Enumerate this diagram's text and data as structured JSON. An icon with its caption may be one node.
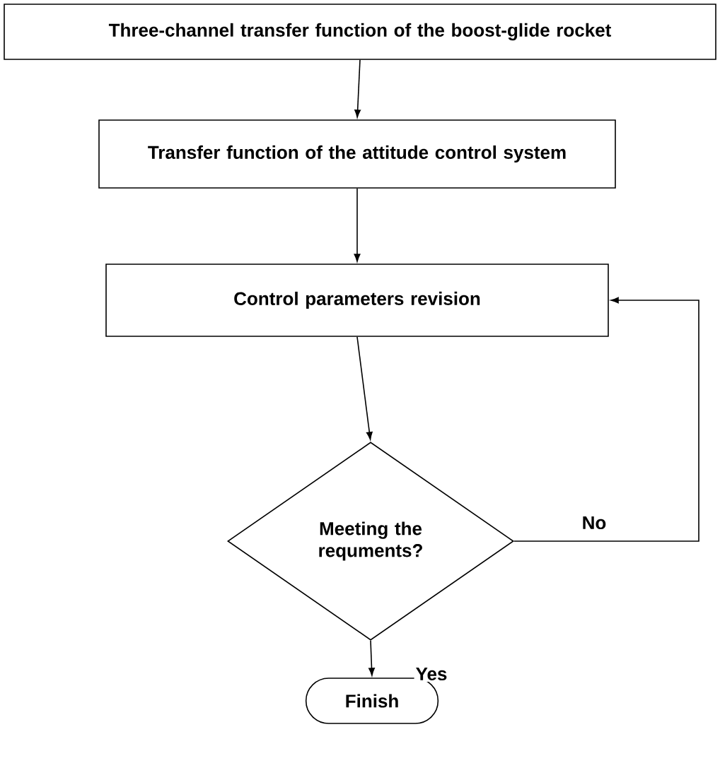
{
  "diagram": {
    "nodes": [
      {
        "text": [
          "Three-channel transfer function of the boost-glide rocket"
        ]
      },
      {
        "text": [
          "Transfer function of the attitude control system"
        ]
      },
      {
        "text": [
          "Control parameters revision"
        ]
      },
      {
        "text": [
          "Meeting the requments?"
        ]
      },
      {
        "text": [
          "Finish"
        ]
      }
    ],
    "edges": [
      {
        "from": 0,
        "to": 1,
        "arrow": "to"
      },
      {
        "from": 1,
        "to": 2,
        "arrow": "to"
      },
      {
        "from": 2,
        "to": 3,
        "arrow": "to"
      },
      {
        "from": 3,
        "to": 2,
        "arrow": "to",
        "label": "No"
      },
      {
        "from": 3,
        "to": 4,
        "arrow": "to",
        "label": "Yes"
      }
    ]
  }
}
